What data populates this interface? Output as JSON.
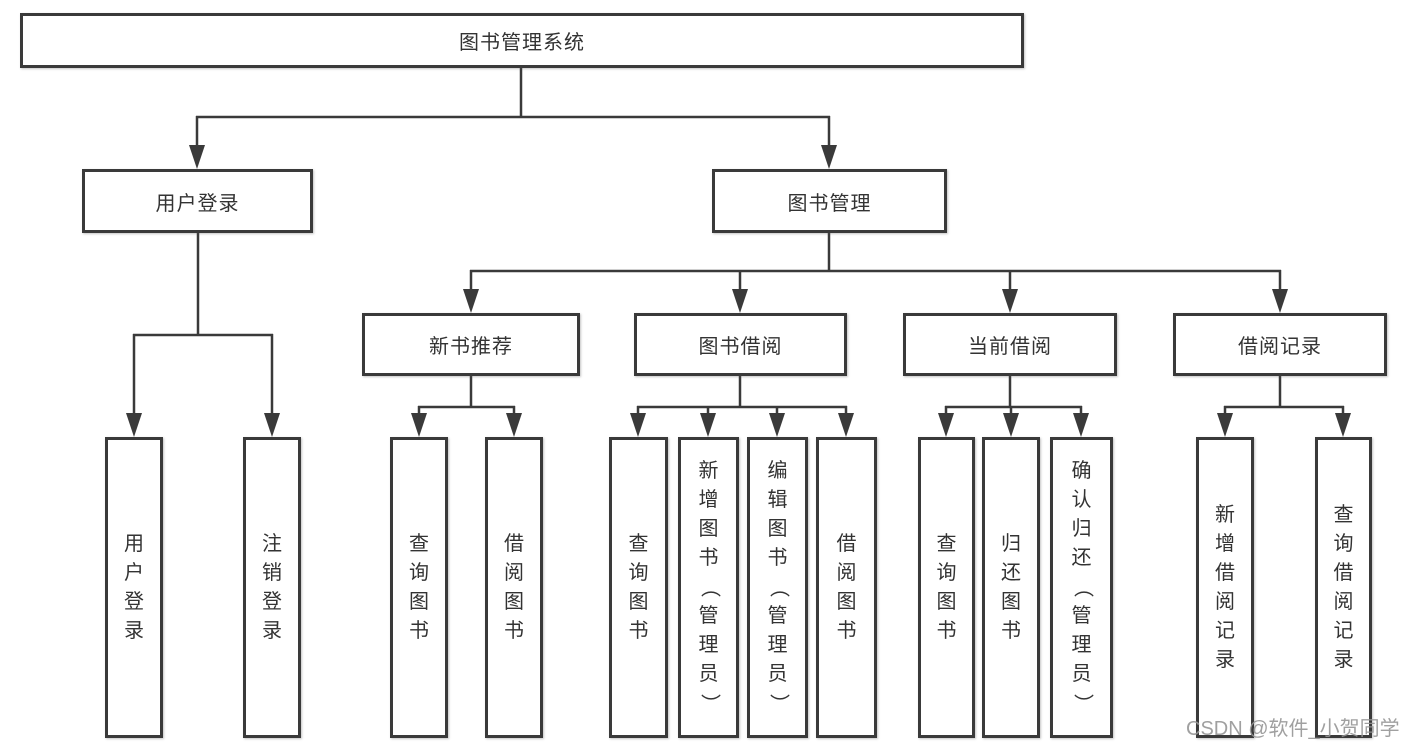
{
  "diagram": {
    "title": "图书管理系统",
    "colors": {
      "line": "#3a3a3a",
      "text": "#333333",
      "background": "#ffffff",
      "watermark": "#969696"
    },
    "root": {
      "label": "图书管理系统"
    },
    "level2": {
      "user_login": {
        "label": "用户登录"
      },
      "book_management": {
        "label": "图书管理"
      }
    },
    "level3": {
      "new_books": {
        "label": "新书推荐"
      },
      "book_borrow": {
        "label": "图书借阅"
      },
      "current_borrow": {
        "label": "当前借阅"
      },
      "borrow_records": {
        "label": "借阅记录"
      }
    },
    "leaves": {
      "user_login": [
        "用户登录",
        "注销登录"
      ],
      "new_books": [
        "查询图书",
        "借阅图书"
      ],
      "book_borrow": [
        "查询图书",
        "新增图书（管理员）",
        "编辑图书（管理员）",
        "借阅图书"
      ],
      "current_borrow": [
        "查询图书",
        "归还图书",
        "确认归还（管理员）"
      ],
      "borrow_records": [
        "新增借阅记录",
        "查询借阅记录"
      ]
    }
  },
  "watermark": {
    "text": "CSDN @软件_小贺同学"
  }
}
